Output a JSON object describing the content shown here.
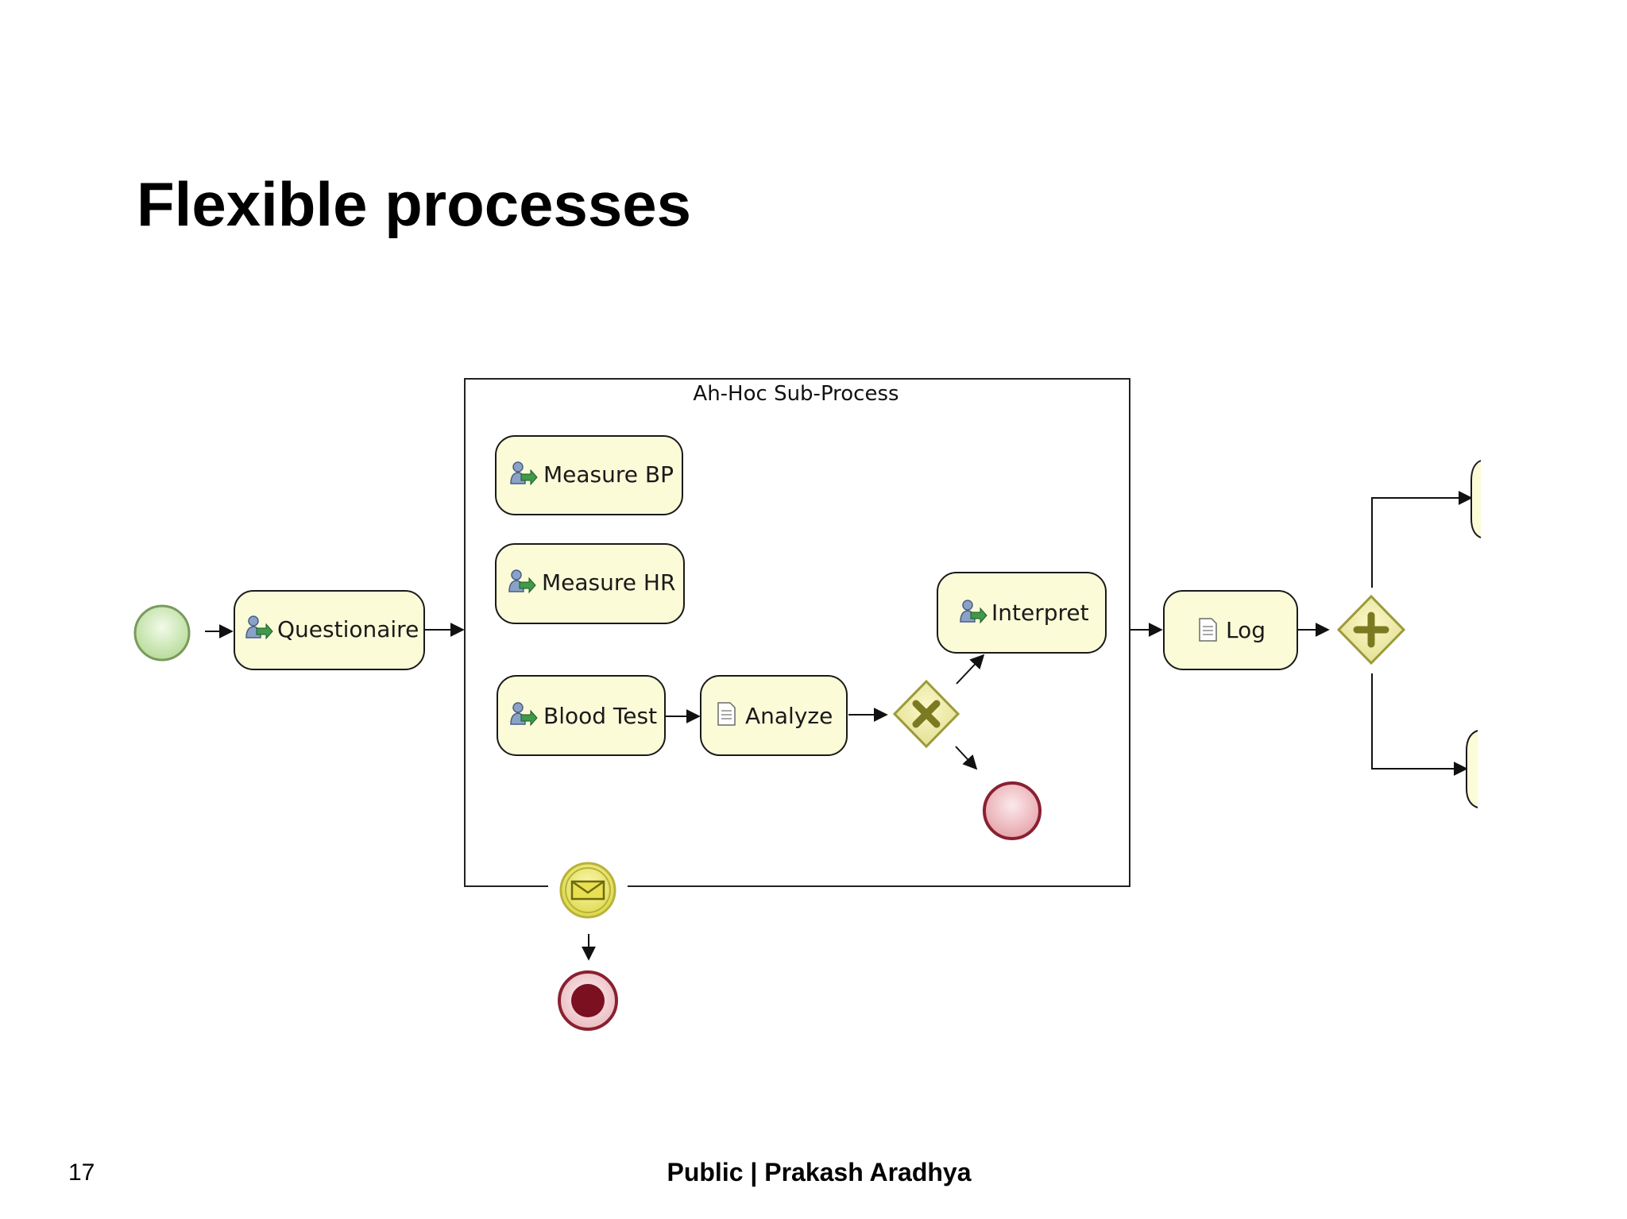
{
  "slide": {
    "title": "Flexible processes",
    "page_number": "17",
    "footer": "Public | Prakash Aradhya"
  },
  "diagram": {
    "subprocess_label": "Ah-Hoc Sub-Process",
    "tasks": {
      "questionaire": "Questionaire",
      "measure_bp": "Measure BP",
      "measure_hr": "Measure HR",
      "blood_test": "Blood Test",
      "analyze": "Analyze",
      "interpret": "Interpret",
      "log": "Log"
    },
    "icons": {
      "user_task": "user-task-icon",
      "script_task": "script-task-icon",
      "exclusive_gateway": "exclusive-gateway-icon",
      "parallel_gateway": "parallel-gateway-icon",
      "message_event": "envelope-icon"
    },
    "colors": {
      "task_fill": "#fbfbd8",
      "start_event": "#cfe8b8",
      "end_event": "#f0c4c8",
      "terminate_event": "#7a1020",
      "gateway": "#e6e08a"
    }
  }
}
